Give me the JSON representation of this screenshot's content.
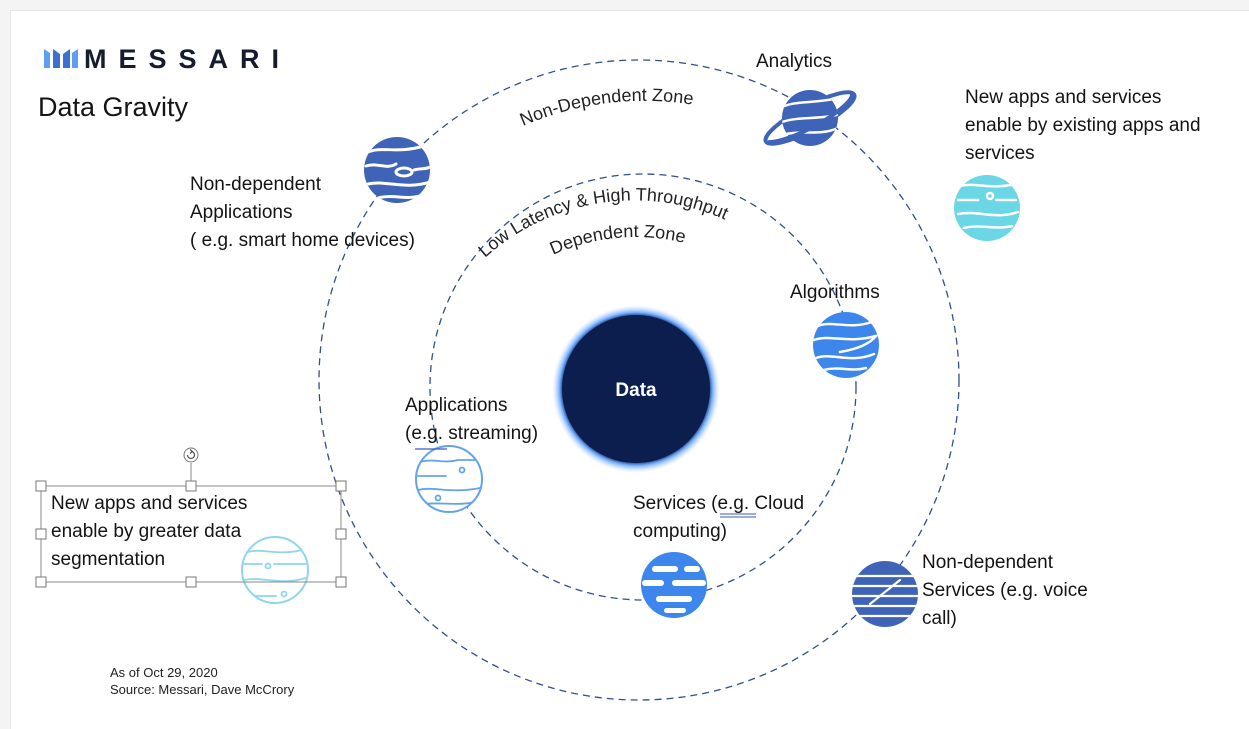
{
  "brand": {
    "name": "MESSARI"
  },
  "title": "Data Gravity",
  "center": {
    "label": "Data"
  },
  "zones": {
    "outer": "Non-Dependent Zone",
    "inner_line1": "Low Latency & High Throughput",
    "inner_line2": "Dependent Zone"
  },
  "labels": {
    "analytics": "Analytics",
    "new_apps_existing": [
      "New apps and services",
      "enable by existing apps and",
      "services"
    ],
    "non_dep_apps": [
      "Non-dependent",
      "Applications",
      "( e.g. smart home devices)"
    ],
    "algorithms": "Algorithms",
    "applications": [
      "Applications",
      "(e.g. streaming)"
    ],
    "services": [
      "Services (e.g. Cloud",
      "computing)"
    ],
    "non_dep_services": [
      "Non-dependent",
      "Services (e.g. voice",
      "call)"
    ],
    "new_apps_segmentation": [
      "New apps and services",
      "enable by greater data",
      "segmentation"
    ]
  },
  "footer": {
    "as_of": "As of Oct 29, 2020",
    "source": "Source: Messari, Dave McCrory"
  },
  "colors": {
    "orbit": "#2f4f8f",
    "data_core": "#0c1e4e",
    "glow": "#4d8fe6",
    "planet_dark": "#3f63b7",
    "planet_mid": "#3d86ec",
    "planet_cyan": "#6ad6e6",
    "planet_outline": "#63a3ec",
    "planet_outline_light": "#8fd6ea"
  },
  "icons": {
    "logo": "messari-logo-icon",
    "rotate_handle": "rotate-handle-icon"
  }
}
